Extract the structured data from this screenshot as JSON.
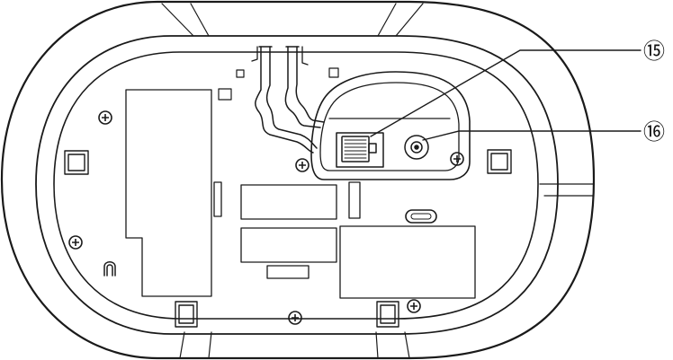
{
  "callouts": [
    {
      "label": "⑮",
      "target": "lan-port"
    },
    {
      "label": "⑯",
      "target": "dc-jack"
    }
  ]
}
